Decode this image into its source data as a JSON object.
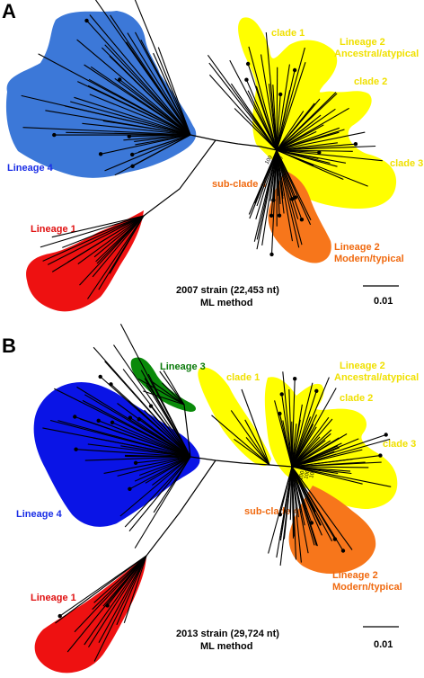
{
  "panels": [
    {
      "letter": "A",
      "strain": "2007 strain (22,453 nt)",
      "method": "ML method",
      "scale": "0.01",
      "labels": {
        "lineage4": "Lineage 4",
        "lineage1": "Lineage 1",
        "clade1": "clade 1",
        "clade2": "clade 2",
        "clade3": "clade 3",
        "subclade4": "sub-clade 4",
        "l2_anc_1": "Lineage 2",
        "l2_anc_2": "Ancestral/atypical",
        "l2_mod_1": "Lineage 2",
        "l2_mod_2": "Modern/typical"
      },
      "bootstrap": [
        "100",
        "100",
        "100"
      ]
    },
    {
      "letter": "B",
      "strain": "2013 strain (29,724 nt)",
      "method": "ML method",
      "scale": "0.01",
      "labels": {
        "lineage3": "Lineage 3",
        "lineage4": "Lineage 4",
        "lineage1": "Lineage 1",
        "clade1": "clade 1",
        "clade2": "clade 2",
        "clade3": "clade 3",
        "subclade4": "sub-clade 4",
        "l2_anc_1": "Lineage 2",
        "l2_anc_2": "Ancestral/atypical",
        "l2_mod_1": "Lineage 2",
        "l2_mod_2": "Modern/typical"
      },
      "bootstrap": [
        "100",
        "100",
        "100"
      ]
    }
  ],
  "colors": {
    "lineage4_a": "#3c78d8",
    "lineage4_b": "#0a14e6",
    "lineage1": "#ee1111",
    "lineage3": "#0a8a0a",
    "lineage2_ancestral": "#ffff00",
    "lineage2_modern": "#f7761b",
    "label_blue": "#1a2ee6",
    "label_red": "#e01010",
    "label_green": "#0a7a0a",
    "label_yellow": "#f0e000",
    "label_orange": "#f06a10"
  }
}
